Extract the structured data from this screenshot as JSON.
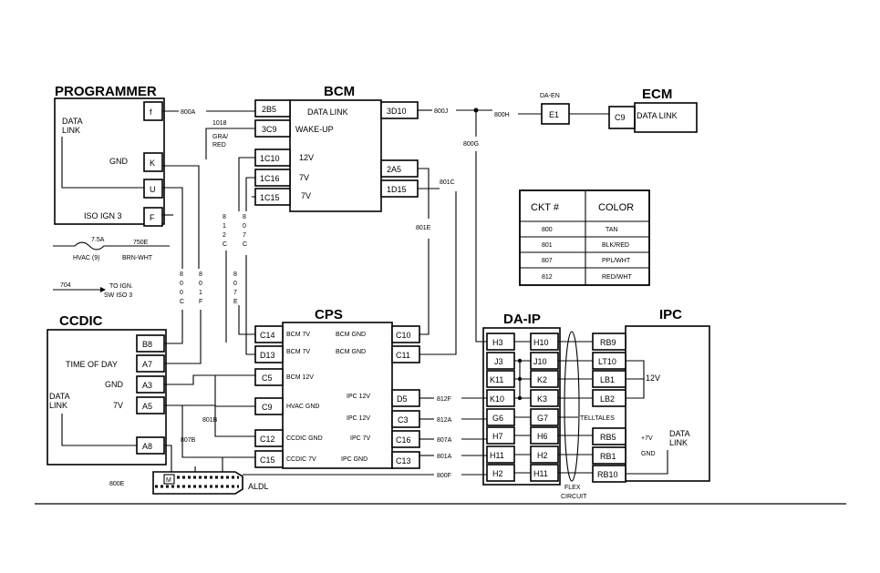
{
  "programmer": {
    "title": "PROGRAMMER",
    "data_link": [
      "DATA",
      "LINK"
    ],
    "gnd": "GND",
    "iso_ign": "ISO IGN 3",
    "pins": [
      "f",
      "K",
      "U",
      "F"
    ]
  },
  "bcm": {
    "title": "BCM",
    "data_link": "DATA LINK",
    "wake_up": "WAKE-UP",
    "v12": "12V",
    "v7a": "7V",
    "v7b": "7V",
    "pins_left": [
      "2B5",
      "3C9",
      "1C10",
      "1C16",
      "1C15"
    ],
    "pins_right": [
      "3D10",
      "2A5",
      "1D15"
    ]
  },
  "ecm": {
    "title": "ECM",
    "pin": "C9",
    "data_link": "DATA LINK"
  },
  "da_en": {
    "title": "DA-EN",
    "pin": "E1"
  },
  "circuits": {
    "c800a": "800A",
    "c800j": "800J",
    "c800h": "800H",
    "c800g": "800G",
    "c801c": "801C",
    "c801e": "801E",
    "c1018": "1018",
    "gra_red": [
      "GRA/",
      "RED"
    ],
    "c812f": "812F",
    "c812a": "812A",
    "c807a": "807A",
    "c801a": "801A",
    "c800f": "800F",
    "c801b": "801B",
    "c807b": "807B",
    "c800e": "800E",
    "v812c": [
      "8",
      "1",
      "2",
      "C"
    ],
    "v807c": [
      "8",
      "0",
      "7",
      "C"
    ],
    "v800c": [
      "8",
      "0",
      "0",
      "C"
    ],
    "v801f": [
      "8",
      "0",
      "1",
      "F"
    ],
    "v807e": [
      "8",
      "0",
      "7",
      "E"
    ]
  },
  "misc": {
    "fuse": "7.5A",
    "hvac": "HVAC (9)",
    "c750e": "750E",
    "brn_wht": "BRN-WHT",
    "c704": "704",
    "to_ign": [
      "TO IGN.",
      "SW ISO 3"
    ],
    "aldl": "ALDL",
    "aldl_m": "M",
    "flex": [
      "FLEX",
      "CIRCUIT"
    ],
    "telltales": "TELLTALES"
  },
  "color_table": {
    "headers": [
      "CKT #",
      "COLOR"
    ],
    "rows": [
      [
        "800",
        "TAN"
      ],
      [
        "801",
        "BLK/RED"
      ],
      [
        "807",
        "PPL/WHT"
      ],
      [
        "812",
        "RED/WHT"
      ]
    ]
  },
  "ccdic": {
    "title": "CCDIC",
    "time_of_day": "TIME OF DAY",
    "gnd": "GND",
    "v7": "7V",
    "data_link": [
      "DATA",
      "LINK"
    ],
    "pins": [
      "B8",
      "A7",
      "A3",
      "A5",
      "A8"
    ]
  },
  "cps": {
    "title": "CPS",
    "left_pins": [
      "C14",
      "D13",
      "C5",
      "C9",
      "C12",
      "C15"
    ],
    "left_labels": [
      "BCM 7V",
      "BCM 7V",
      "BCM 12V",
      "HVAC GND",
      "CCDIC GND",
      "CCDIC 7V"
    ],
    "right_labels": [
      "BCM GND",
      "BCM GND",
      "IPC 12V",
      "IPC 12V",
      "IPC 7V",
      "IPC GND"
    ],
    "right_pins": [
      "C10",
      "C11",
      "D5",
      "C3",
      "C16",
      "C13"
    ]
  },
  "da_ip": {
    "title": "DA-IP",
    "left_pins": [
      "H3",
      "J3",
      "K11",
      "K10",
      "G6",
      "H7",
      "H11",
      "H2"
    ],
    "right_pins": [
      "H10",
      "J10",
      "K2",
      "K3",
      "G7",
      "H6",
      "H2",
      "H11"
    ]
  },
  "ipc": {
    "title": "IPC",
    "pins": [
      "RB9",
      "LT10",
      "LB1",
      "LB2",
      "RB5",
      "RB1",
      "RB10"
    ],
    "v12": "12V",
    "v7": "+7V",
    "gnd": "GND",
    "data_link": [
      "DATA",
      "LINK"
    ]
  }
}
